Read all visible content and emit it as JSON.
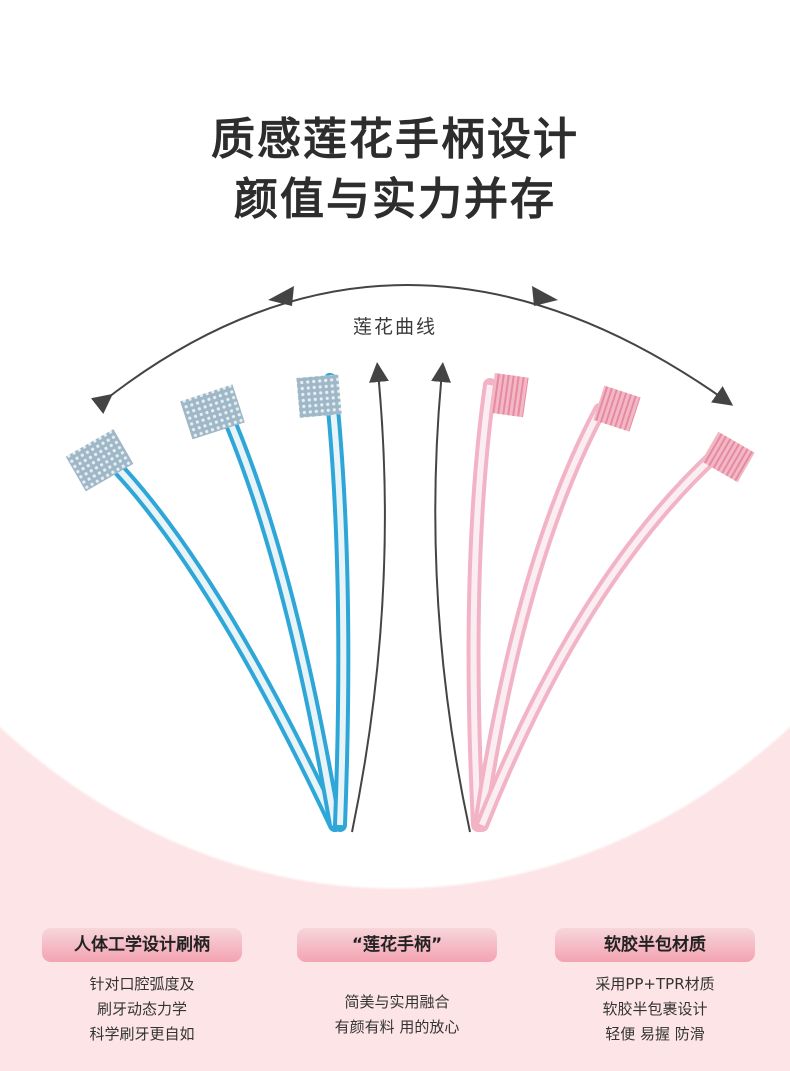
{
  "headline": {
    "line1": "质感莲花手柄设计",
    "line2": "颜值与实力并存"
  },
  "curve_label": "莲花曲线",
  "colors": {
    "blue_handle": "#2fa6d8",
    "pink_handle": "#f2b3c6",
    "background_pink": "#fde5e7",
    "pill_gradient_end": "#f4a3b2"
  },
  "features": [
    {
      "title": "人体工学设计刷柄",
      "lines": [
        "针对口腔弧度及",
        "刷牙动态力学",
        "科学刷牙更自如"
      ]
    },
    {
      "title": "“莲花手柄”",
      "lines": [
        "简美与实用融合",
        "有颜有料 用的放心"
      ]
    },
    {
      "title": "软胶半包材质",
      "lines": [
        "采用PP+TPR材质",
        "软胶半包裹设计",
        "轻便 易握 防滑"
      ]
    }
  ]
}
